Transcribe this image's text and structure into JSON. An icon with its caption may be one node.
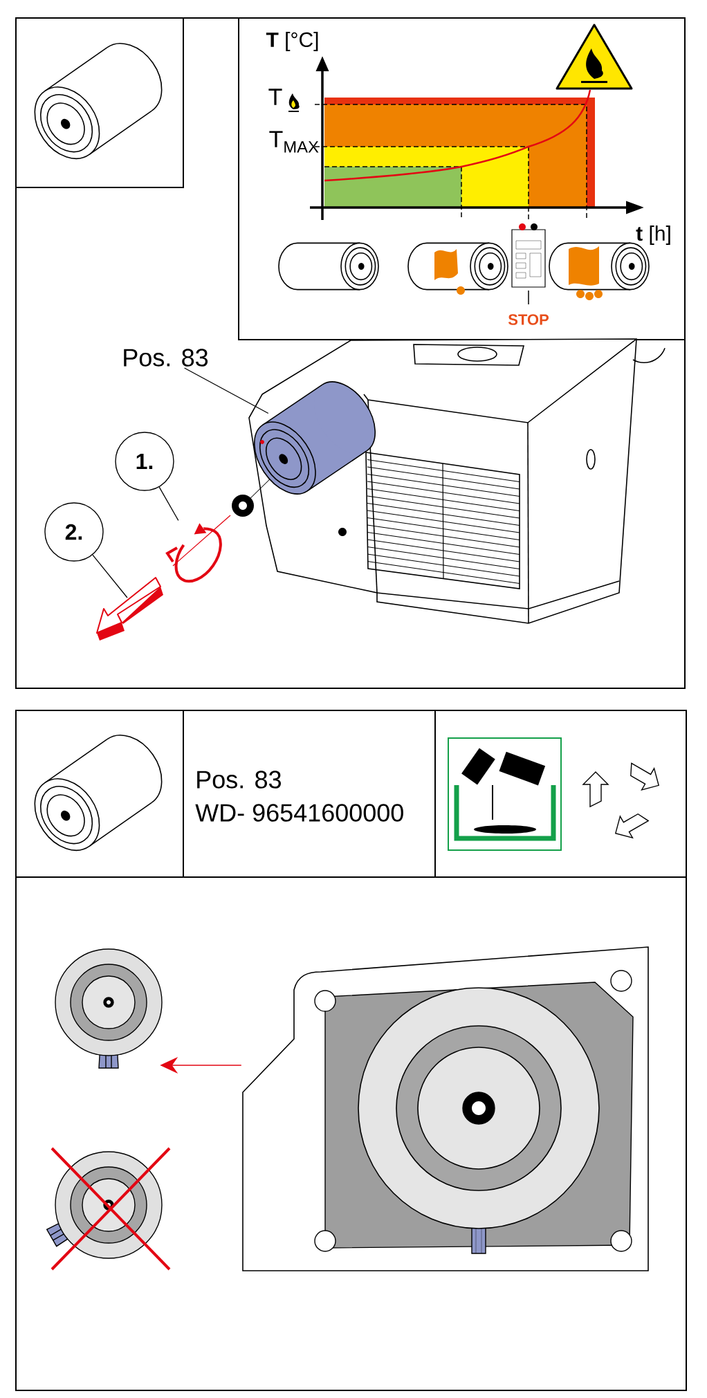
{
  "diagram": {
    "nodes": [
      {
        "text": [
          "Pos. 83"
        ]
      },
      {
        "text": [],
        "shape": "picture"
      },
      {
        "text": [
          "1."
        ]
      },
      {
        "text": [],
        "shape": "picture"
      },
      {
        "text": [
          "2."
        ]
      },
      {
        "text": [],
        "shape": "picture"
      },
      {
        "text": [],
        "shape": "picture"
      },
      {
        "text": [],
        "shape": "picture"
      }
    ],
    "edges": [
      {
        "from": 0,
        "to": 1,
        "arrow": "none"
      },
      {
        "from": 2,
        "to": 3,
        "arrow": "none"
      },
      {
        "from": 4,
        "to": 5,
        "arrow": "none"
      },
      {
        "from": 7,
        "to": 6,
        "arrow": "to",
        "color": "#e30613"
      }
    ],
    "labels": [
      "**T** [°C]",
      "T",
      "T$_{MAX}$",
      "**t** [h]",
      "STOP",
      "Pos. 83",
      "WD- 96541600000"
    ]
  }
}
